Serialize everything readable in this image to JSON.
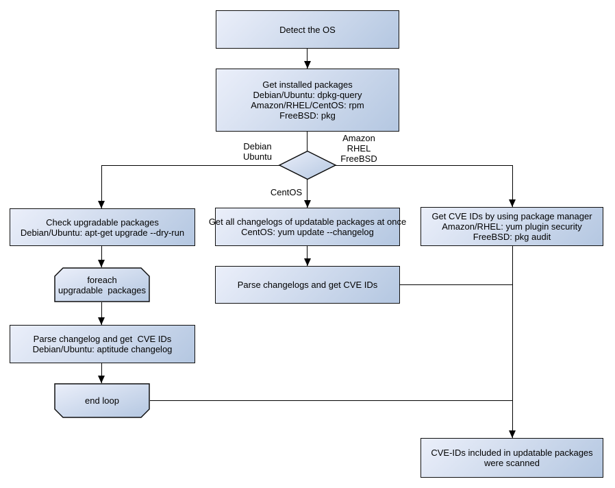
{
  "diagram": {
    "nodes": {
      "detect_os": "Detect the OS",
      "get_installed_packages": "Get installed packages\nDebian/Ubuntu: dpkg-query\nAmazon/RHEL/CentOS: rpm\nFreeBSD: pkg",
      "check_upgradable": "Check upgradable packages\nDebian/Ubuntu: apt-get upgrade --dry-run",
      "foreach_loop": "foreach\nupgradable  packages",
      "parse_changelog_debian": "Parse changelog and get  CVE IDs\nDebian/Ubuntu: aptitude changelog",
      "end_loop": "end loop",
      "get_all_changelogs": "Get all changelogs of updatable packages at once\nCentOS: yum update --changelog",
      "parse_changelogs_centos": "Parse changelogs and get CVE IDs",
      "get_cve_ids_pkg_manager": "Get CVE IDs by using package manager\nAmazon/RHEL: yum plugin security\nFreeBSD: pkg audit",
      "cve_ids_scanned": "CVE-IDs included in updatable packages\nwere scanned"
    },
    "edge_labels": {
      "left_branch": "Debian\nUbuntu",
      "right_branch": "Amazon\nRHEL\nFreeBSD",
      "down_branch": "CentOS"
    },
    "colors": {
      "node_fill_light": "#ebeffa",
      "node_fill_dark": "#b4c7e1",
      "node_border": "#0e0e0e",
      "line": "#000000",
      "text": "#000000",
      "background": "#ffffff"
    }
  }
}
